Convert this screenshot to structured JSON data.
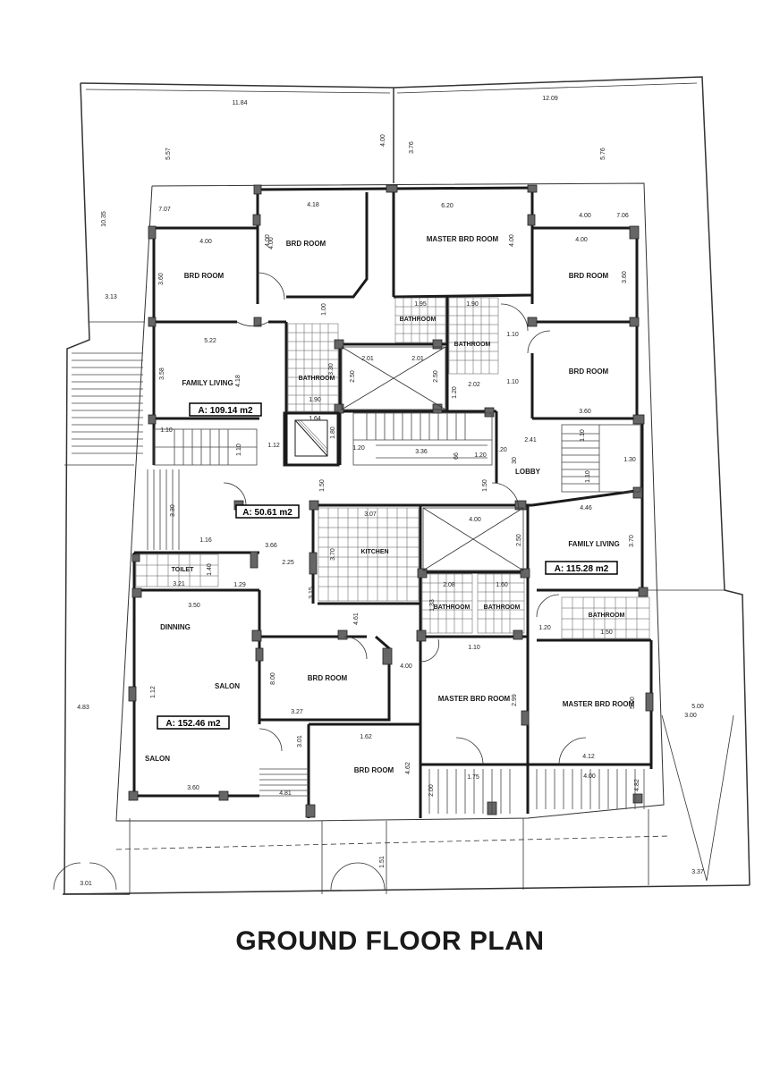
{
  "title": "GROUND FLOOR PLAN",
  "rooms": {
    "brd_room_1": "BRD ROOM",
    "brd_room_2": "BRD ROOM",
    "master_brd_room_top": "MASTER BRD ROOM",
    "brd_room_3": "BRD ROOM",
    "brd_room_4": "BRD ROOM",
    "family_living_left": "FAMILY LIVING",
    "bathroom_1": "BATHROOM",
    "bathroom_2": "BATHROOM",
    "bathroom_3": "BATHROOM",
    "lobby": "LOBBY",
    "kitchen": "KITCHEN",
    "family_living_right": "FAMILY LIVING",
    "toilet": "TOILET",
    "bathroom_4": "BATHROOM",
    "bathroom_5": "BATHROOM",
    "bathroom_6": "BATHROOM",
    "dinning": "DINNING",
    "salon_1": "SALON",
    "salon_2": "SALON",
    "brd_room_5": "BRD ROOM",
    "brd_room_6": "BRD ROOM",
    "master_brd_room_mid": "MASTER BRD ROOM",
    "master_brd_room_right": "MASTER BRD ROOM"
  },
  "areas": {
    "top_left": "A: 109.14 m2",
    "center": "A: 50.61 m2",
    "right": "A: 115.28 m2",
    "bottom_left": "A: 152.46 m2"
  },
  "dimensions": [
    "11.84",
    "12.09",
    "4.00",
    "3.76",
    "5.57",
    "5.76",
    "10.35",
    "7.07",
    "7.06",
    "4.18",
    "6.20",
    "4.00",
    "4.00",
    "4.00",
    "3.60",
    "4.00",
    "4.00",
    "3.60",
    "1.00",
    "1.95",
    "1.90",
    "1.10",
    "1.10",
    "3.13",
    "5.22",
    "3.58",
    "4.18",
    "2.01",
    "2.01",
    "3.30",
    "2.50",
    "2.50",
    "1.20",
    "2.02",
    "1.90",
    "1.64",
    "1.80",
    "1.10",
    "1.10",
    "1.12",
    "1.20",
    "1.20",
    "3.36",
    "66",
    "1.20",
    "2.41",
    "30",
    "1.10",
    "1.30",
    "1.10",
    "3.60",
    "4.00",
    "1.50",
    "1.50",
    "3.30",
    "3.07",
    "4.00",
    "4.46",
    "1.16",
    "3.66",
    "3.70",
    "2.50",
    "3.70",
    "2.25",
    "1.40",
    "3.21",
    "1.29",
    "3.15",
    "2.08",
    "1.60",
    "1.33",
    "1.20",
    "1.50",
    "3.50",
    "4.61",
    "1.10",
    "4.00",
    "1.12",
    "8.00",
    "3.27",
    "5.00",
    "4.83",
    "2.99",
    "5.00",
    "3.00",
    "3.01",
    "1.62",
    "4.12",
    "4.62",
    "3.60",
    "4.81",
    "2.00",
    "1.75",
    "4.00",
    "4.82",
    "1.51",
    "3.01",
    "3.37",
    "3.36"
  ]
}
